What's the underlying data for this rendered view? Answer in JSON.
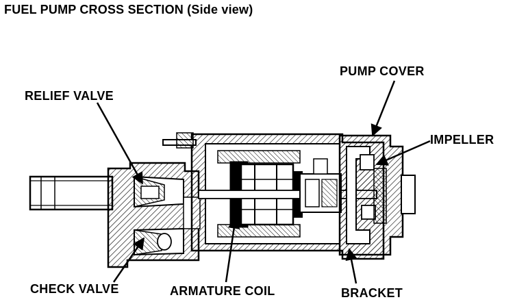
{
  "title": "FUEL PUMP CROSS SECTION (Side view)",
  "labels": {
    "relief_valve": "RELIEF VALVE",
    "pump_cover": "PUMP COVER",
    "impeller": "IMPELLER",
    "check_valve": "CHECK VALVE",
    "armature_coil": "ARMATURE COIL",
    "bracket": "BRACKET"
  },
  "colors": {
    "ink": "#000000",
    "paper": "#ffffff"
  }
}
